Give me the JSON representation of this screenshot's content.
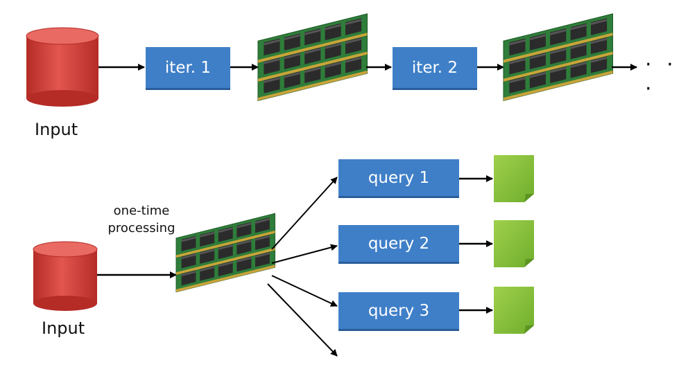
{
  "top_row": {
    "input_label": "Input",
    "iter1_label": "iter. 1",
    "iter2_label": "iter. 2",
    "continuation": "· · ·"
  },
  "bottom_row": {
    "input_label": "Input",
    "processing_label_line1": "one-time",
    "processing_label_line2": "processing",
    "queries": [
      "query 1",
      "query 2",
      "query 3"
    ]
  },
  "colors": {
    "cylinder": "#d9403a",
    "box": "#3f7fc8",
    "result": "#8dc63f",
    "ram_pcb": "#2f7d3a"
  },
  "icons": [
    "database-cylinder-icon",
    "ram-memory-stack-icon",
    "result-document-icon"
  ]
}
